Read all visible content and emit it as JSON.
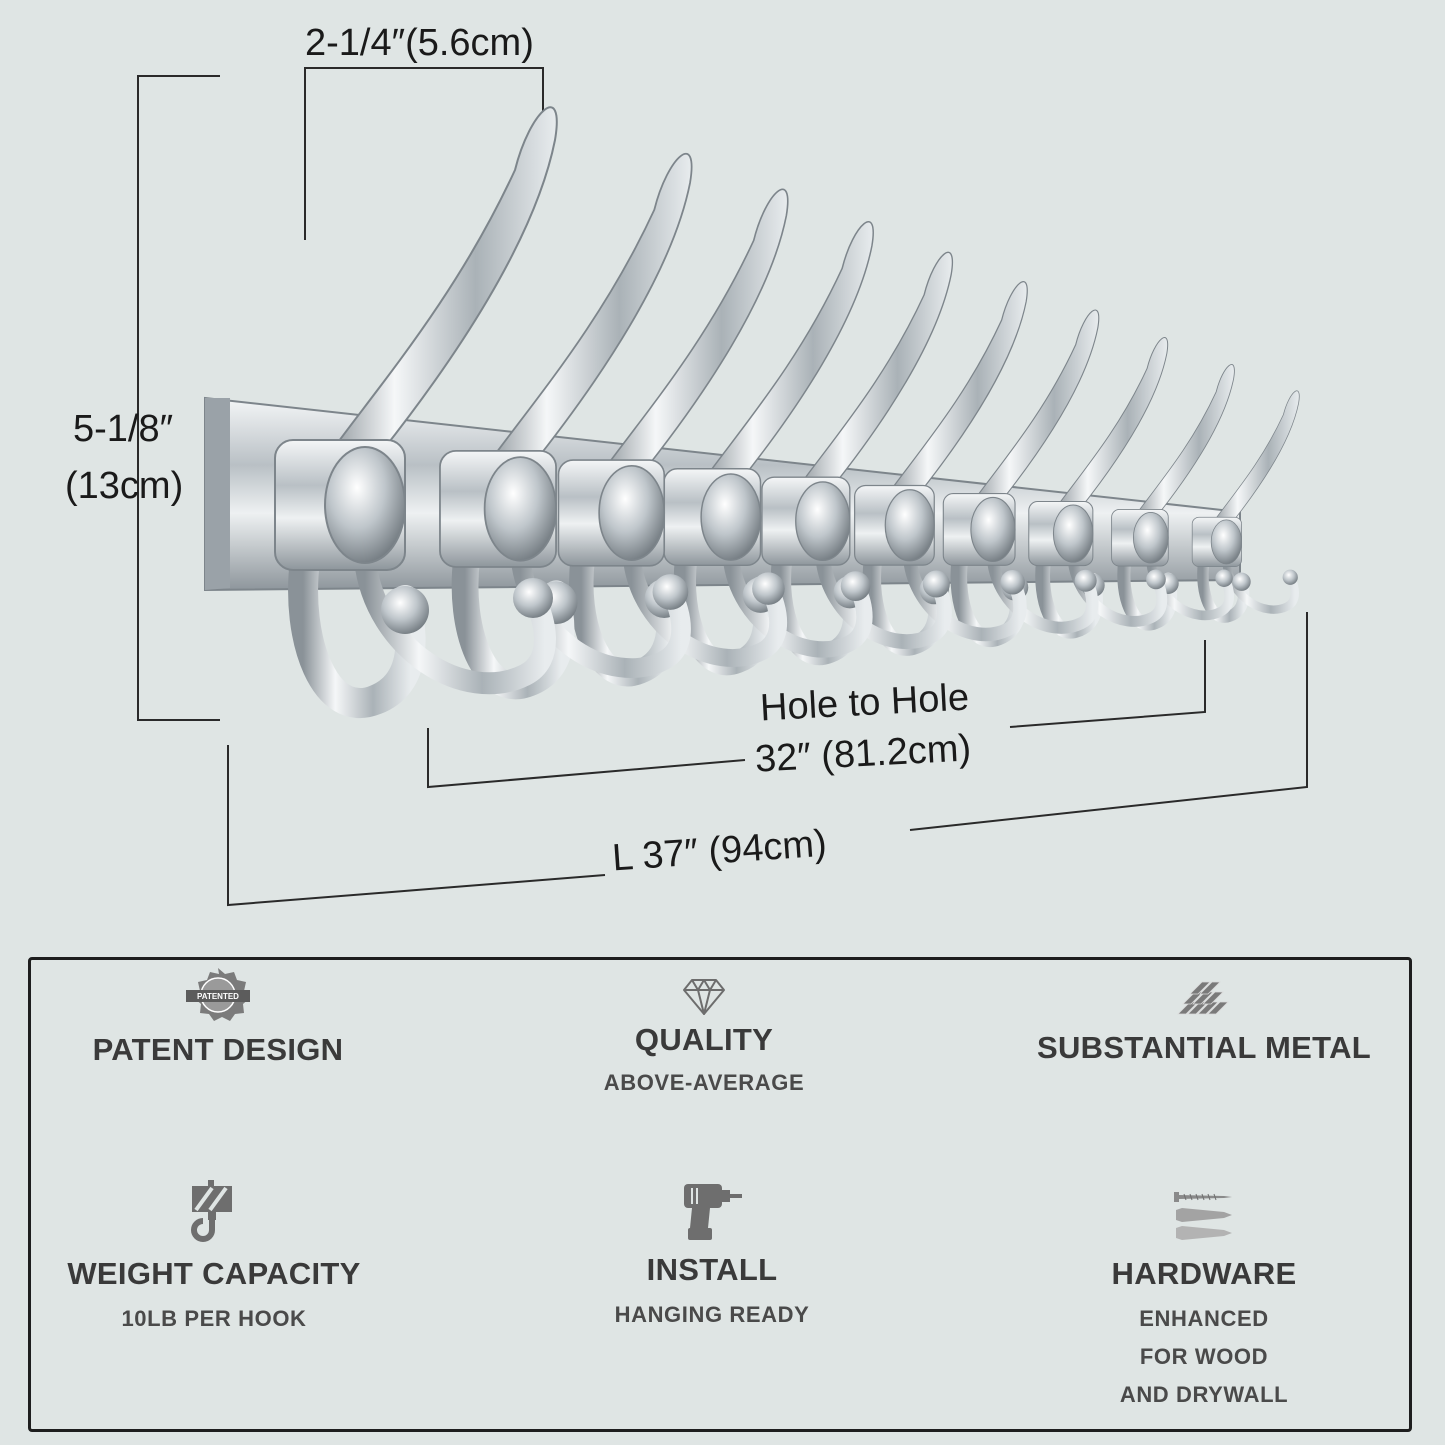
{
  "dimensions": {
    "hook_depth": "2-1/4″(5.6cm)",
    "height_imperial": "5-1/8″",
    "height_metric": "(13cm)",
    "hole_label": "Hole to Hole",
    "hole_value": "32″ (81.2cm)",
    "length": "L 37″ (94cm)"
  },
  "features": [
    {
      "title": "PATENT DESIGN",
      "badge_text": "PATENTED",
      "icon": "patented-seal-icon"
    },
    {
      "title": "QUALITY",
      "sub": "ABOVE-AVERAGE",
      "icon": "diamond-icon"
    },
    {
      "title": "SUBSTANTIAL METAL",
      "icon": "metal-bars-icon"
    },
    {
      "title": "WEIGHT CAPACITY",
      "sub": "10LB PER HOOK",
      "icon": "crane-hook-icon"
    },
    {
      "title": "INSTALL",
      "sub": "HANGING READY",
      "icon": "drill-icon"
    },
    {
      "title": "HARDWARE",
      "sub_lines": [
        "ENHANCED",
        "FOR WOOD",
        "AND DRYWALL"
      ],
      "icon": "screw-anchor-icon"
    }
  ],
  "colors": {
    "background": "#dfe5e4",
    "chrome": "#c9cfd3",
    "panel_border": "#1e1e1e",
    "text": "#3a3a3a"
  }
}
